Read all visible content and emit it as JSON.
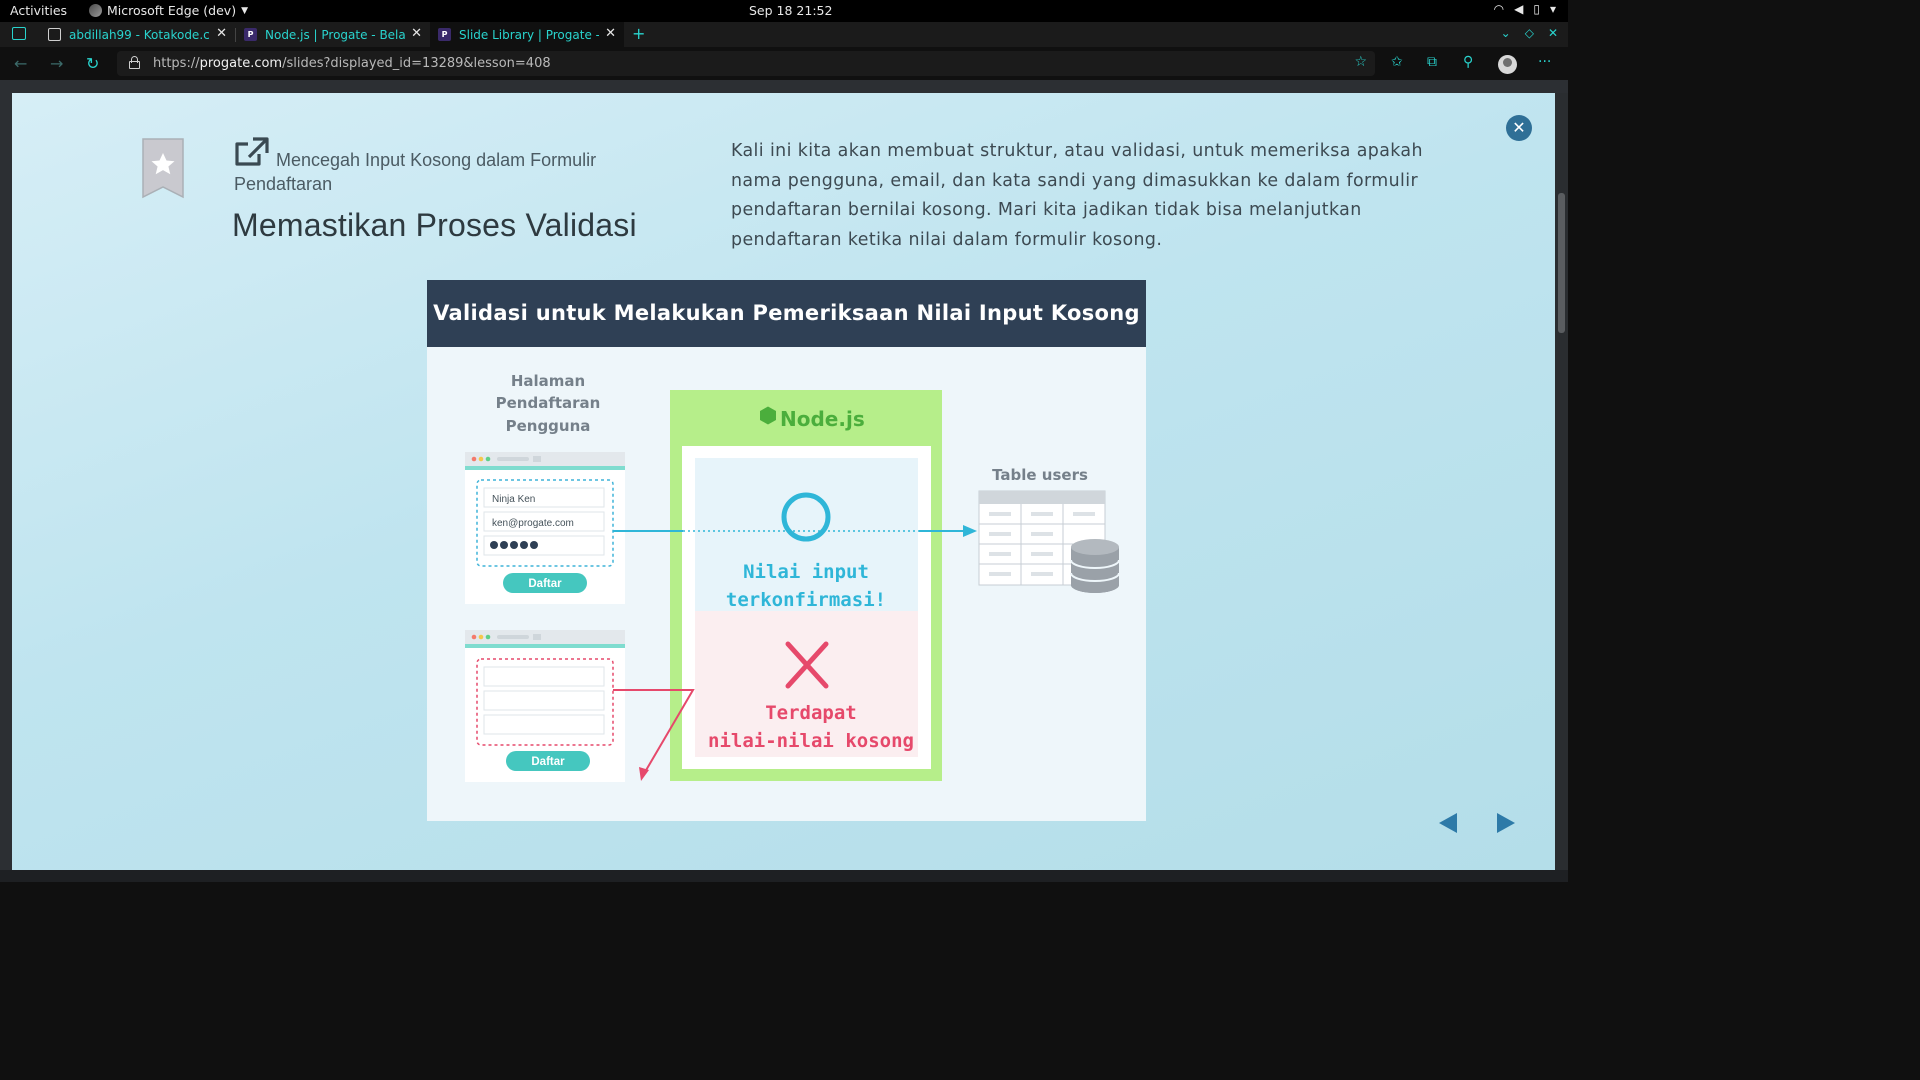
{
  "topbar": {
    "activities": "Activities",
    "app_name": "Microsoft Edge (dev)",
    "clock": "Sep 18  21:52"
  },
  "tabs": [
    {
      "label": "abdillah99 - Kotakode.com",
      "icon": "kotakode-favicon"
    },
    {
      "label": "Node.js | Progate - Belajar",
      "icon": "progate-favicon"
    },
    {
      "label": "Slide Library | Progate - Belajar",
      "icon": "progate-favicon"
    }
  ],
  "address": {
    "scheme": "https://",
    "host": "progate.com",
    "path": "/slides?displayed_id=13289&lesson=408"
  },
  "lesson": {
    "subtitle": "Mencegah Input Kosong dalam Formulir Pendaftaran",
    "title": "Memastikan Proses Validasi",
    "description": "Kali ini kita akan membuat struktur, atau validasi, untuk memeriksa apakah nama pengguna, email, dan kata sandi yang dimasukkan ke dalam formulir pendaftaran bernilai kosong. Mari kita jadikan tidak bisa melanjutkan pendaftaran ketika nilai dalam formulir kosong."
  },
  "figure": {
    "heading": "Validasi untuk Melakukan Pemeriksaan Nilai Input Kosong",
    "page_label": [
      "Halaman",
      "Pendaftaran",
      "Pengguna"
    ],
    "name_value": "Ninja Ken",
    "email_value": "ken@progate.com",
    "submit_label": "Daftar",
    "server_label": "Node.js",
    "ok_message": [
      "Nilai input",
      "terkonfirmasi!"
    ],
    "error_message": [
      "Terdapat",
      "nilai-nilai kosong"
    ],
    "table_label": "Table users",
    "colors": {
      "ok": "#2fb6d8",
      "error": "#e6496b",
      "node_green": "#4bae3c",
      "button": "#45c7bf"
    }
  }
}
